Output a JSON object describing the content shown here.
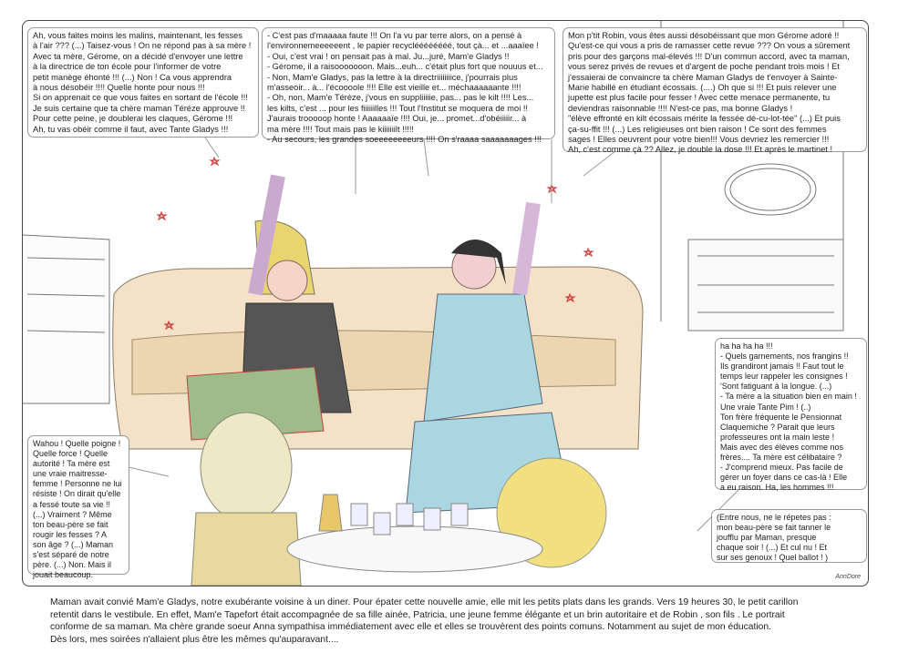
{
  "comic": {
    "bubbles": [
      {
        "id": "gladys",
        "text": "Ah, vous faites moins les malins, maintenant, les fesses\nà l'air ??? (...) Taisez-vous ! On ne répond pas à sa mère !\nAvec ta mère, Gérome, on a décidé d'envoyer une lettre\nà la directrice de ton école pour l'informer de votre\npetit manège éhonté !!! (...) Non ! Ca vous apprendra\nà nous désobéir !!!!  Quelle honte pour nous !!!\nSi on apprenait ce que vous faites en sortant de l'école !!!\nJe suis certaine que ta chère maman Téréze approuve !!\nPour cette peine, je doublerai les claques, Gérome !!!\nAh, tu vas obéir comme il faut, avec Tante Gladys !!!"
      },
      {
        "id": "boys",
        "text": "- C'est pas d'maaaaa faute !!! On l'a vu par terre alors, on a pensé à\nl'environnemeeeeeent , le papier recycléééééééé, tout çà... et ...aaaïee !\n- Oui, c'est vrai ! on pensait pas à mal. Ju...juré, Mam'e Gladys !!\n- Gérome, il a raisooooooon. Mais...euh... c'était plus fort que nouuus et...\n- Non, Mam'e Gladys, pas la lettre à la directriiiiiiiice, j'pourrais plus\nm'asseoir... à... l'écoooole !!!! Elle est vieille et... méchaaaaaante !!!!\n- Oh, non, Mam'e Térèze, j'vous en suppliiiiie, pas... pas le kilt !!!! Les...\n  les kilts, c'est ... pour les fiiiiiilles !!! Tout l'Institut se moquera de moi !!\nJ'aurais trooooop honte ! Aaaaaaïe !!!!  Oui, je... promet...d'obéiiiiir... à\nma mère !!!! Tout mais pas le kiiiiiiilt !!!!!\n- Au secours, les grandes soeeeeeeeeurs !!!! On s'raaaa saaaaaaages !!!"
      },
      {
        "id": "tereze",
        "text": "Mon p'tit Robin, vous êtes aussi désobéissant que mon  Gérome  adoré !!\nQu'est-ce qui vous a pris de ramasser cette revue  ??? On vous a sûrement\npris pour des garçons mal-élevés !!!  D'un commun accord, avec ta maman,\nvous serez privés de revues  et   d'argent de poche pendant trois mois !  Et\nj'essaierai de convaincre ta chère Maman Gladys de t'envoyer à Sainte-\nMarie habillé en étudiant écossais. (....) Oh que si !!! Et puis relever une\njupette est plus facile pour fesser ! Avec cette menace permanente, tu\ndeviendras raisonnable !!!! N'est-ce pas, ma bonne Gladys !\n\"élève effronté en kilt écossais mérite la fessée dé-cu-lot-tée\" (...) Et puis\nça-su-ffit !!!  (...) Les religieuses ont bien raison !   Ce sont des femmes\nsages ! Elles oeuvrent pour votre bien!!! Vous devriez les remercier !!!\n Ah, c'est comme çà ?? Allez, je double la dose !!! Et après le martinet !"
      },
      {
        "id": "anna",
        "text": "ha ha ha ha !!!\n- Quels garnements, nos frangins !!\n  Ils grandiront jamais !! Faut tout le\n  temps leur rappeler les consignes !\n  'Sont fatiguant à la longue. (...)\n- Ta mère a la situation bien en main !\n  Une vraie Tante Pim ! (..)\n  Ton frère fréquente le Pensionnat\n  Claquemiche ? Parait que leurs\n  professeures ont la main leste !\n  Mais avec des élèves comme nos\n  frères.... Ta mère est célibataire ?\n- J'comprend mieux. Pas facile de\n  gérer un foyer dans ce cas-là ! Elle\n  a eu raison. Ha, les hommes !!!"
      },
      {
        "id": "anna-aside",
        "text": "(Entre nous, ne le répetes pas :\nmon beau-père se fait tanner le\njoufflu par Maman, presque\nchaque soir ! (...) Et cul nu ! Et\nsur ses genoux ! Quel ballot ! )"
      },
      {
        "id": "patricia",
        "text": "Wahou ! Quelle poigne !\nQuelle force ! Quelle\nautorité ! Ta mère est\nune vraie maitresse-\nfemme ! Personne ne lui\nrésiste ! On dirait qu'elle\na fessé toute sa vie  !!\n(...) Vraiment ? Même\nton beau-père se fait\nrougir les fesses  ? A\nson âge ? (...) Maman\ns'est séparé de notre\npère. (...) Non. Mais il\njouait beaucoup."
      }
    ],
    "signature": "AnnDore",
    "caption": "Maman avait convié Mam'e Gladys, notre exubérante voisine à un diner. Pour épater cette nouvelle amie, elle mit les petits plats dans les grands. Vers 19 heures 30,  le  petit carillon\nretentit dans le vestibule. En effet, Mam'e Tapefort était accompagnée de sa fille ainée, Patricia, une jeune femme  élégante et un brin autoritaire  et de Robin , son fils . Le portrait\nconforme de sa maman. Ma chère grande soeur Anna sympathisa immédiatement avec elle et elles se trouvèrent des points comuns. Notamment au sujet de mon  éducation.\nDès  lors, mes soirées n'allaient plus être les mêmes qu'auparavant...."
  }
}
